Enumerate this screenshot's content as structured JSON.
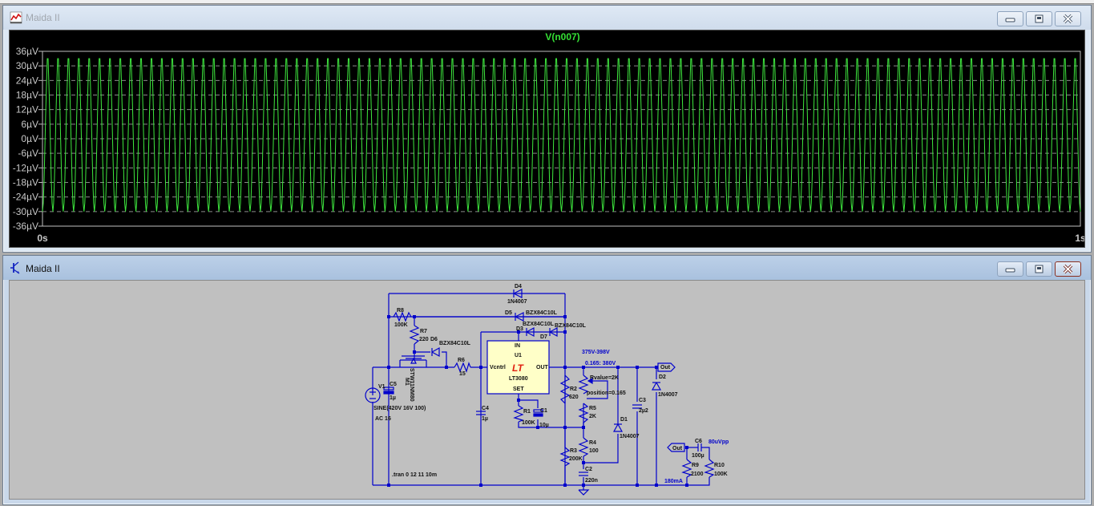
{
  "plot_window": {
    "title": "Maida II",
    "icon": "waveform-plot-icon",
    "buttons": {
      "minimize": "minimize-icon",
      "restore": "restore-icon",
      "close": "close-icon"
    }
  },
  "schematic_window": {
    "title": "Maida II",
    "icon": "schematic-transistor-icon",
    "buttons": {
      "minimize": "minimize-icon",
      "restore": "restore-icon",
      "close": "close-icon"
    }
  },
  "chart_data": {
    "type": "line",
    "title": "V(n007)",
    "xlabel": "",
    "ylabel": "",
    "x_tick_labels": [
      "0s",
      "1s"
    ],
    "xlim": [
      0,
      1
    ],
    "y_tick_labels": [
      "36µV",
      "30µV",
      "24µV",
      "18µV",
      "12µV",
      "6µV",
      "0µV",
      "-6µV",
      "-12µV",
      "-18µV",
      "-24µV",
      "-30µV",
      "-36µV"
    ],
    "y_ticks": [
      36,
      30,
      24,
      18,
      12,
      6,
      0,
      -6,
      -12,
      -18,
      -24,
      -30,
      -36
    ],
    "ylim": [
      -36,
      36
    ],
    "grid": true,
    "series": [
      {
        "name": "V(n007)",
        "color": "#3ee83e",
        "waveform": "sine",
        "frequency_hz": 100,
        "amplitude_uV": 30,
        "peak_uV": 33,
        "offset_uV": 0,
        "cycles_shown": 100
      }
    ]
  },
  "schematic": {
    "wire_color": "#0000cc",
    "label_color": "#000000",
    "annotation_color": "#0000cc",
    "components": [
      {
        "ref": "D4",
        "value": "1N4007"
      },
      {
        "ref": "D5",
        "value": "BZX84C10L"
      },
      {
        "ref": "D3",
        "value": "BZX84C10L"
      },
      {
        "ref": "D7",
        "value": "BZX84C10L"
      },
      {
        "ref": "R8",
        "value": "100K"
      },
      {
        "ref": "R7",
        "value": "220"
      },
      {
        "ref": "D6",
        "value": "BZX84C10L"
      },
      {
        "ref": "M1",
        "value": "STW11NM80"
      },
      {
        "ref": "R6",
        "value": "15"
      },
      {
        "ref": "V1",
        "value": "SINE(420V 16V 100)",
        "extra": "AC 16"
      },
      {
        "ref": "C5",
        "value": "1µ"
      },
      {
        "ref": "C4",
        "value": "1µ"
      },
      {
        "ref": "U1",
        "value": "LT3080",
        "pins": {
          "in": "IN",
          "out": "OUT",
          "ctrl": "Vcntrl",
          "set": "SET"
        }
      },
      {
        "ref": "R1",
        "value": "100K"
      },
      {
        "ref": "C1",
        "value": "10µ"
      },
      {
        "ref": "R2",
        "value": "620"
      },
      {
        "ref": "R5",
        "value": "2K"
      },
      {
        "ref": "R4",
        "value": "100"
      },
      {
        "ref": "R3",
        "value": "200K"
      },
      {
        "ref": "C2",
        "value": "220n"
      },
      {
        "ref": "D1",
        "value": "1N4007"
      },
      {
        "ref": "C3",
        "value": "2µ2"
      },
      {
        "ref": "D2",
        "value": "1N4007"
      },
      {
        "ref": "C6",
        "value": "100µ"
      },
      {
        "ref": "R9",
        "value": "2100"
      },
      {
        "ref": "R10",
        "value": "100K"
      }
    ],
    "pot": {
      "rvalue": "Rvalue=2K",
      "position": "position=0.165"
    },
    "net_labels": {
      "out1": "Out",
      "out2": "Out"
    },
    "annotations": {
      "vrange": "375V-398V",
      "vout": "0.165:  380V",
      "ripple": "80uVpp",
      "current": "180mA"
    },
    "directive": ".tran 0 12 11 10m",
    "logo": "LT"
  }
}
